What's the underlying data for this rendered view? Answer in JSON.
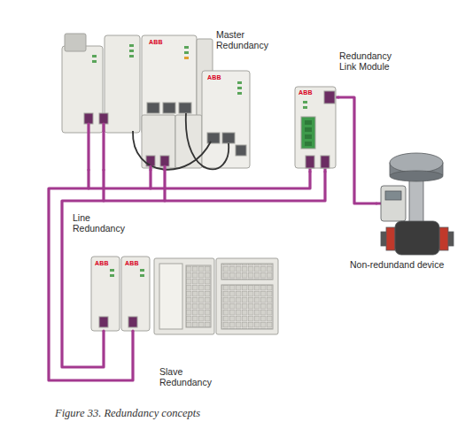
{
  "diagram": {
    "caption": "Figure 33. Redundancy concepts",
    "nodes": [
      {
        "text": [
          "Master Redundancy"
        ]
      },
      {
        "text": [
          "Redundancy Link Module"
        ]
      },
      {
        "text": [
          "Non-redundand device"
        ]
      },
      {
        "text": [
          "Slave Redundancy"
        ]
      }
    ],
    "edges": [
      {
        "from": 0,
        "to": 3,
        "arrow": "none"
      },
      {
        "from": 0,
        "to": 3,
        "arrow": "none"
      },
      {
        "from": 0,
        "to": 1,
        "arrow": "none"
      },
      {
        "from": 0,
        "to": 1,
        "arrow": "none"
      },
      {
        "from": 1,
        "to": 2,
        "arrow": "none"
      }
    ],
    "labels": [
      "Line Redundancy",
      "ABB",
      "ABB",
      "ABB",
      "ABB",
      "ABB"
    ]
  }
}
